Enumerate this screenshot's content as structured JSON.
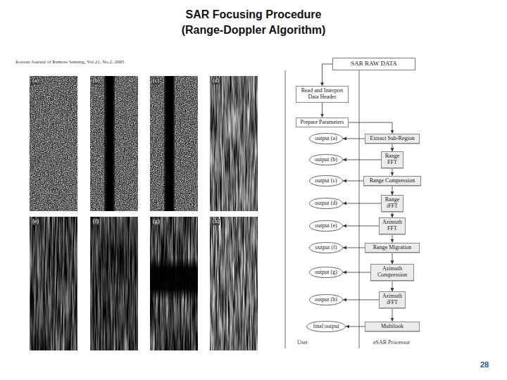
{
  "diagram": {
    "title": "SAR Focusing Procedure (Range-Doppler Algorithm)",
    "nodes": [
      {
        "text": [
          "SAR RAW DATA"
        ]
      },
      {
        "text": [
          "Read and Interpret Data Header"
        ]
      },
      {
        "text": [
          "Prepare Parameters"
        ]
      },
      {
        "text": [
          "Extract Sub-Region"
        ]
      },
      {
        "text": [
          "output (a)"
        ]
      },
      {
        "text": [
          "Range FFT"
        ]
      },
      {
        "text": [
          "output (b)"
        ]
      },
      {
        "text": [
          "Range Compression"
        ]
      },
      {
        "text": [
          "output (c)"
        ]
      },
      {
        "text": [
          "Range iFFT"
        ]
      },
      {
        "text": [
          "output (d)"
        ]
      },
      {
        "text": [
          "Azimuth FFT"
        ]
      },
      {
        "text": [
          "output (e)"
        ]
      },
      {
        "text": [
          "Range Migration"
        ]
      },
      {
        "text": [
          "output (f)"
        ]
      },
      {
        "text": [
          "Azimuth Compression"
        ]
      },
      {
        "text": [
          "output (g)"
        ]
      },
      {
        "text": [
          "Azimuth iFFT"
        ]
      },
      {
        "text": [
          "output (h)"
        ]
      },
      {
        "text": [
          "Multilook"
        ]
      },
      {
        "text": [
          "final output"
        ]
      }
    ],
    "edges": [
      {
        "from": 0,
        "to": 1,
        "arrow": "to"
      },
      {
        "from": 1,
        "to": 2,
        "arrow": "to"
      },
      {
        "from": 2,
        "to": 3,
        "arrow": "to"
      },
      {
        "from": 3,
        "to": 4,
        "arrow": "to"
      },
      {
        "from": 3,
        "to": 5,
        "arrow": "to"
      },
      {
        "from": 5,
        "to": 6,
        "arrow": "to"
      },
      {
        "from": 5,
        "to": 7,
        "arrow": "to"
      },
      {
        "from": 7,
        "to": 8,
        "arrow": "to"
      },
      {
        "from": 7,
        "to": 9,
        "arrow": "to"
      },
      {
        "from": 9,
        "to": 10,
        "arrow": "to"
      },
      {
        "from": 9,
        "to": 11,
        "arrow": "to"
      },
      {
        "from": 11,
        "to": 12,
        "arrow": "to"
      },
      {
        "from": 11,
        "to": 13,
        "arrow": "to"
      },
      {
        "from": 13,
        "to": 14,
        "arrow": "to"
      },
      {
        "from": 13,
        "to": 15,
        "arrow": "to"
      },
      {
        "from": 15,
        "to": 16,
        "arrow": "to"
      },
      {
        "from": 15,
        "to": 17,
        "arrow": "to"
      },
      {
        "from": 17,
        "to": 18,
        "arrow": "to"
      },
      {
        "from": 17,
        "to": 19,
        "arrow": "to"
      },
      {
        "from": 19,
        "to": 20,
        "arrow": "to"
      }
    ],
    "labels": [
      "Korean Journal of Remote Sensing, Vol.21, No.2, 2005",
      "(a)",
      "(b)",
      "(c)",
      "(d)",
      "(e)",
      "(f)",
      "(g)",
      "(h)",
      "User",
      "eSAR Processor",
      "28"
    ]
  }
}
